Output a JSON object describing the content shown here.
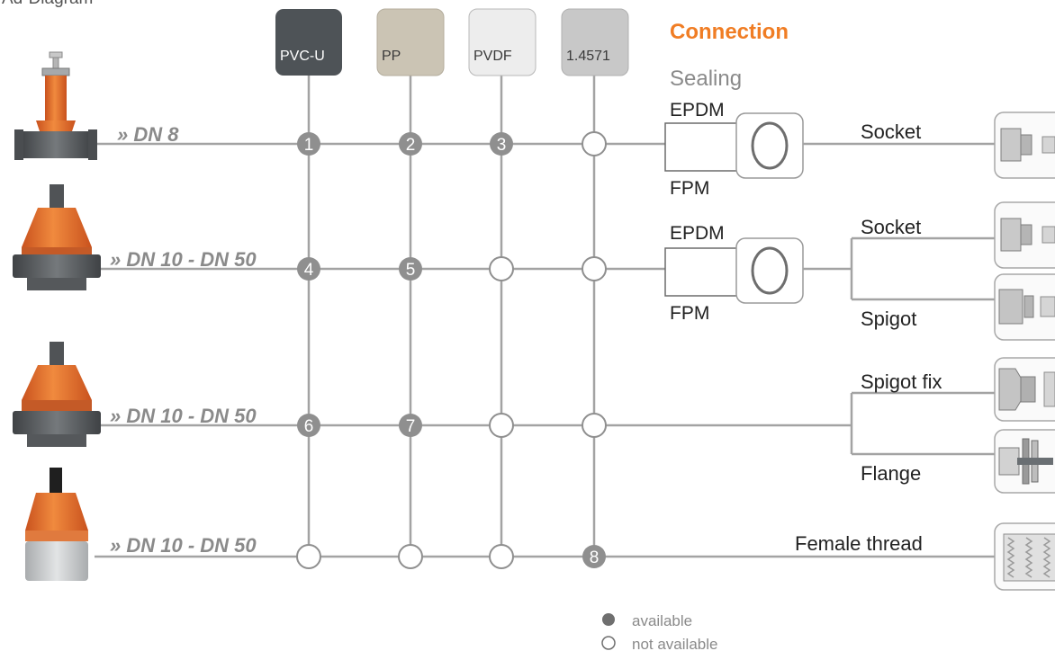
{
  "page_label": "Ad-Diagram",
  "materials": [
    {
      "label": "PVC-U",
      "color": "#4e5357",
      "text_color": "#ffffff"
    },
    {
      "label": "PP",
      "color": "#cbc4b4",
      "text_color": "#3a3a3a"
    },
    {
      "label": "PVDF",
      "color": "#ebebeb",
      "text_color": "#3a3a3a"
    },
    {
      "label": "1.4571",
      "color": "#c8c8c8",
      "text_color": "#3a3a3a"
    }
  ],
  "connection_title": "Connection",
  "sealing_title": "Sealing",
  "rows": [
    {
      "size": "» DN 8",
      "cells": [
        "1",
        "2",
        "3",
        ""
      ]
    },
    {
      "size": "» DN 10 - DN 50",
      "cells": [
        "4",
        "5",
        "",
        ""
      ]
    },
    {
      "size": "» DN 10 - DN 50",
      "cells": [
        "6",
        "7",
        "",
        ""
      ]
    },
    {
      "size": "» DN 10 - DN 50",
      "cells": [
        "",
        "",
        "",
        "8"
      ]
    }
  ],
  "seals": [
    {
      "top": "EPDM",
      "bottom": "FPM"
    },
    {
      "top": "EPDM",
      "bottom": "FPM"
    }
  ],
  "connections": {
    "row1": [
      "Socket"
    ],
    "row2": [
      "Socket",
      "Spigot"
    ],
    "row3": [
      "Spigot fix",
      "Flange"
    ],
    "row4": [
      "Female thread"
    ]
  },
  "legend": {
    "available": "available",
    "not_available": "not available"
  },
  "colors": {
    "accent": "#f07d24",
    "line": "#9e9e9e",
    "node_fill": "#8f8f8f",
    "valve_orange": "#e8692d",
    "valve_gray": "#5b5e61"
  }
}
